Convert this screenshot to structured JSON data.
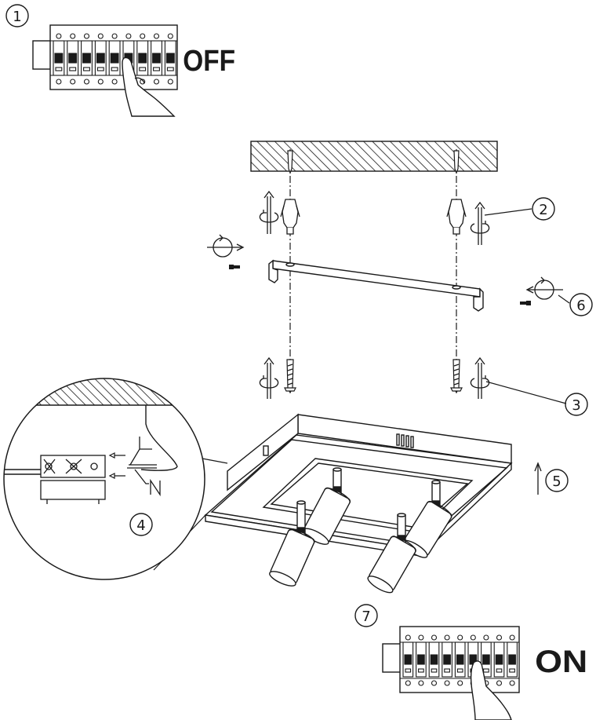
{
  "steps": [
    {
      "number": "1",
      "caption": "OFF"
    },
    {
      "number": "2"
    },
    {
      "number": "3"
    },
    {
      "number": "4"
    },
    {
      "number": "5"
    },
    {
      "number": "6"
    },
    {
      "number": "7",
      "caption": "ON"
    }
  ],
  "wiring": {
    "live": "L",
    "neutral": "N"
  },
  "icons": [
    "rotate-arrow-icon",
    "hand-icon",
    "breaker-panel-icon",
    "anchor-plug-icon",
    "screw-icon",
    "mounting-bracket-icon",
    "spotlight-icon"
  ],
  "colors": {
    "line": "#1a1a1a",
    "hatch": "#1a1a1a",
    "background": "#ffffff"
  }
}
